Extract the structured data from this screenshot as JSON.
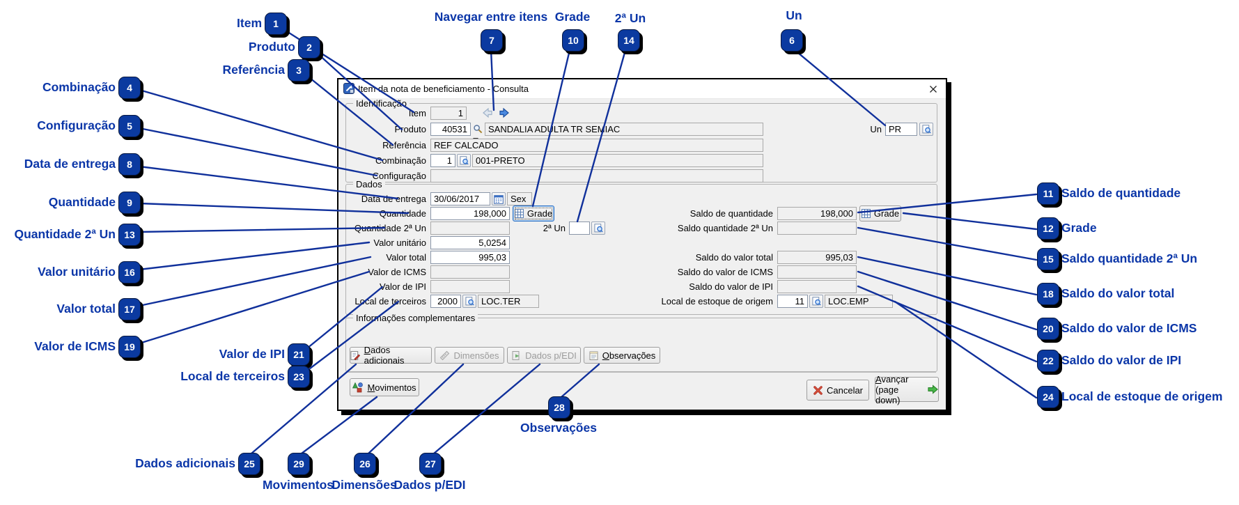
{
  "window": {
    "title": "Item da nota de beneficiamento - Consulta"
  },
  "ident": {
    "group_label": "Identificação",
    "item": {
      "label": "Item",
      "value": "1"
    },
    "produto": {
      "label": "Produto",
      "code": "40531",
      "description": "SANDALIA ADULTA TR SEMIAC"
    },
    "un": {
      "label": "Un",
      "value": "PR"
    },
    "referencia": {
      "label": "Referência",
      "value": "REF CALCADO"
    },
    "combinacao": {
      "label": "Combinação",
      "code": "1",
      "description": "001-PRETO"
    },
    "configuracao": {
      "label": "Configuração",
      "value": ""
    }
  },
  "dados": {
    "group_label": "Dados",
    "data_entrega": {
      "label": "Data de entrega",
      "value": "30/06/2017",
      "weekday": "Sex"
    },
    "quantidade": {
      "label": "Quantidade",
      "value": "198,000",
      "grade": "Grade"
    },
    "saldo_quantidade": {
      "label": "Saldo de quantidade",
      "value": "198,000",
      "grade": "Grade"
    },
    "quantidade_2un": {
      "label": "Quantidade 2ª Un",
      "value": ""
    },
    "un2": {
      "label": "2ª Un",
      "value": ""
    },
    "saldo_quantidade_2un": {
      "label": "Saldo quantidade 2ª Un",
      "value": ""
    },
    "valor_unitario": {
      "label": "Valor unitário",
      "value": "5,0254"
    },
    "valor_total": {
      "label": "Valor total",
      "value": "995,03"
    },
    "saldo_valor_total": {
      "label": "Saldo do valor total",
      "value": "995,03"
    },
    "valor_icms": {
      "label": "Valor de ICMS",
      "value": ""
    },
    "saldo_valor_icms": {
      "label": "Saldo do valor de ICMS",
      "value": ""
    },
    "valor_ipi": {
      "label": "Valor de IPI",
      "value": ""
    },
    "saldo_valor_ipi": {
      "label": "Saldo do valor de IPI",
      "value": ""
    },
    "local_terceiros": {
      "label": "Local de terceiros",
      "code": "2000",
      "description": "LOC.TER"
    },
    "local_origem": {
      "label": "Local de estoque de origem",
      "code": "11",
      "description": "LOC.EMP"
    }
  },
  "complementares": {
    "group_label": "Informações complementares",
    "dados_adicionais": "Dados adicionais",
    "dimensoes": "Dimensões",
    "dados_p_edi": "Dados p/EDI",
    "observacoes": "Observações"
  },
  "footer": {
    "movimentos": "Movimentos",
    "cancelar": "Cancelar",
    "avancar_1": "Avançar",
    "avancar_2": "(page down)"
  },
  "colors": {
    "callout_blue": "#0b36a8",
    "badge_bg": "#0b3aa0",
    "line_blue": "#10309b",
    "focus_blue": "#2a6fc4"
  },
  "callouts": {
    "c1": {
      "num": "1",
      "label": "Item"
    },
    "c2": {
      "num": "2",
      "label": "Produto"
    },
    "c3": {
      "num": "3",
      "label": "Referência"
    },
    "c4": {
      "num": "4",
      "label": "Combinação"
    },
    "c5": {
      "num": "5",
      "label": "Configuração"
    },
    "c6": {
      "num": "6",
      "label": "Un"
    },
    "c7": {
      "num": "7",
      "label": "Navegar entre itens"
    },
    "c8": {
      "num": "8",
      "label": "Data de entrega"
    },
    "c9": {
      "num": "9",
      "label": "Quantidade"
    },
    "c10": {
      "num": "10",
      "label": "Grade"
    },
    "c11": {
      "num": "11",
      "label": "Saldo de quantidade"
    },
    "c12": {
      "num": "12",
      "label": "Grade"
    },
    "c13": {
      "num": "13",
      "label": "Quantidade 2ª Un"
    },
    "c14": {
      "num": "14",
      "label": "2ª Un"
    },
    "c15": {
      "num": "15",
      "label": "Saldo quantidade 2ª Un"
    },
    "c16": {
      "num": "16",
      "label": "Valor unitário"
    },
    "c17": {
      "num": "17",
      "label": "Valor total"
    },
    "c18": {
      "num": "18",
      "label": "Saldo do valor total"
    },
    "c19": {
      "num": "19",
      "label": "Valor de ICMS"
    },
    "c20": {
      "num": "20",
      "label": "Saldo do valor de ICMS"
    },
    "c21": {
      "num": "21",
      "label": "Valor de IPI"
    },
    "c22": {
      "num": "22",
      "label": "Saldo do valor de IPI"
    },
    "c23": {
      "num": "23",
      "label": "Local de terceiros"
    },
    "c24": {
      "num": "24",
      "label": "Local de estoque de origem"
    },
    "c25": {
      "num": "25",
      "label": "Dados adicionais"
    },
    "c26": {
      "num": "26",
      "label": "Dimensões"
    },
    "c27": {
      "num": "27",
      "label": "Dados p/EDI"
    },
    "c28": {
      "num": "28",
      "label": "Observações"
    },
    "c29": {
      "num": "29",
      "label": "Movimentos"
    }
  }
}
